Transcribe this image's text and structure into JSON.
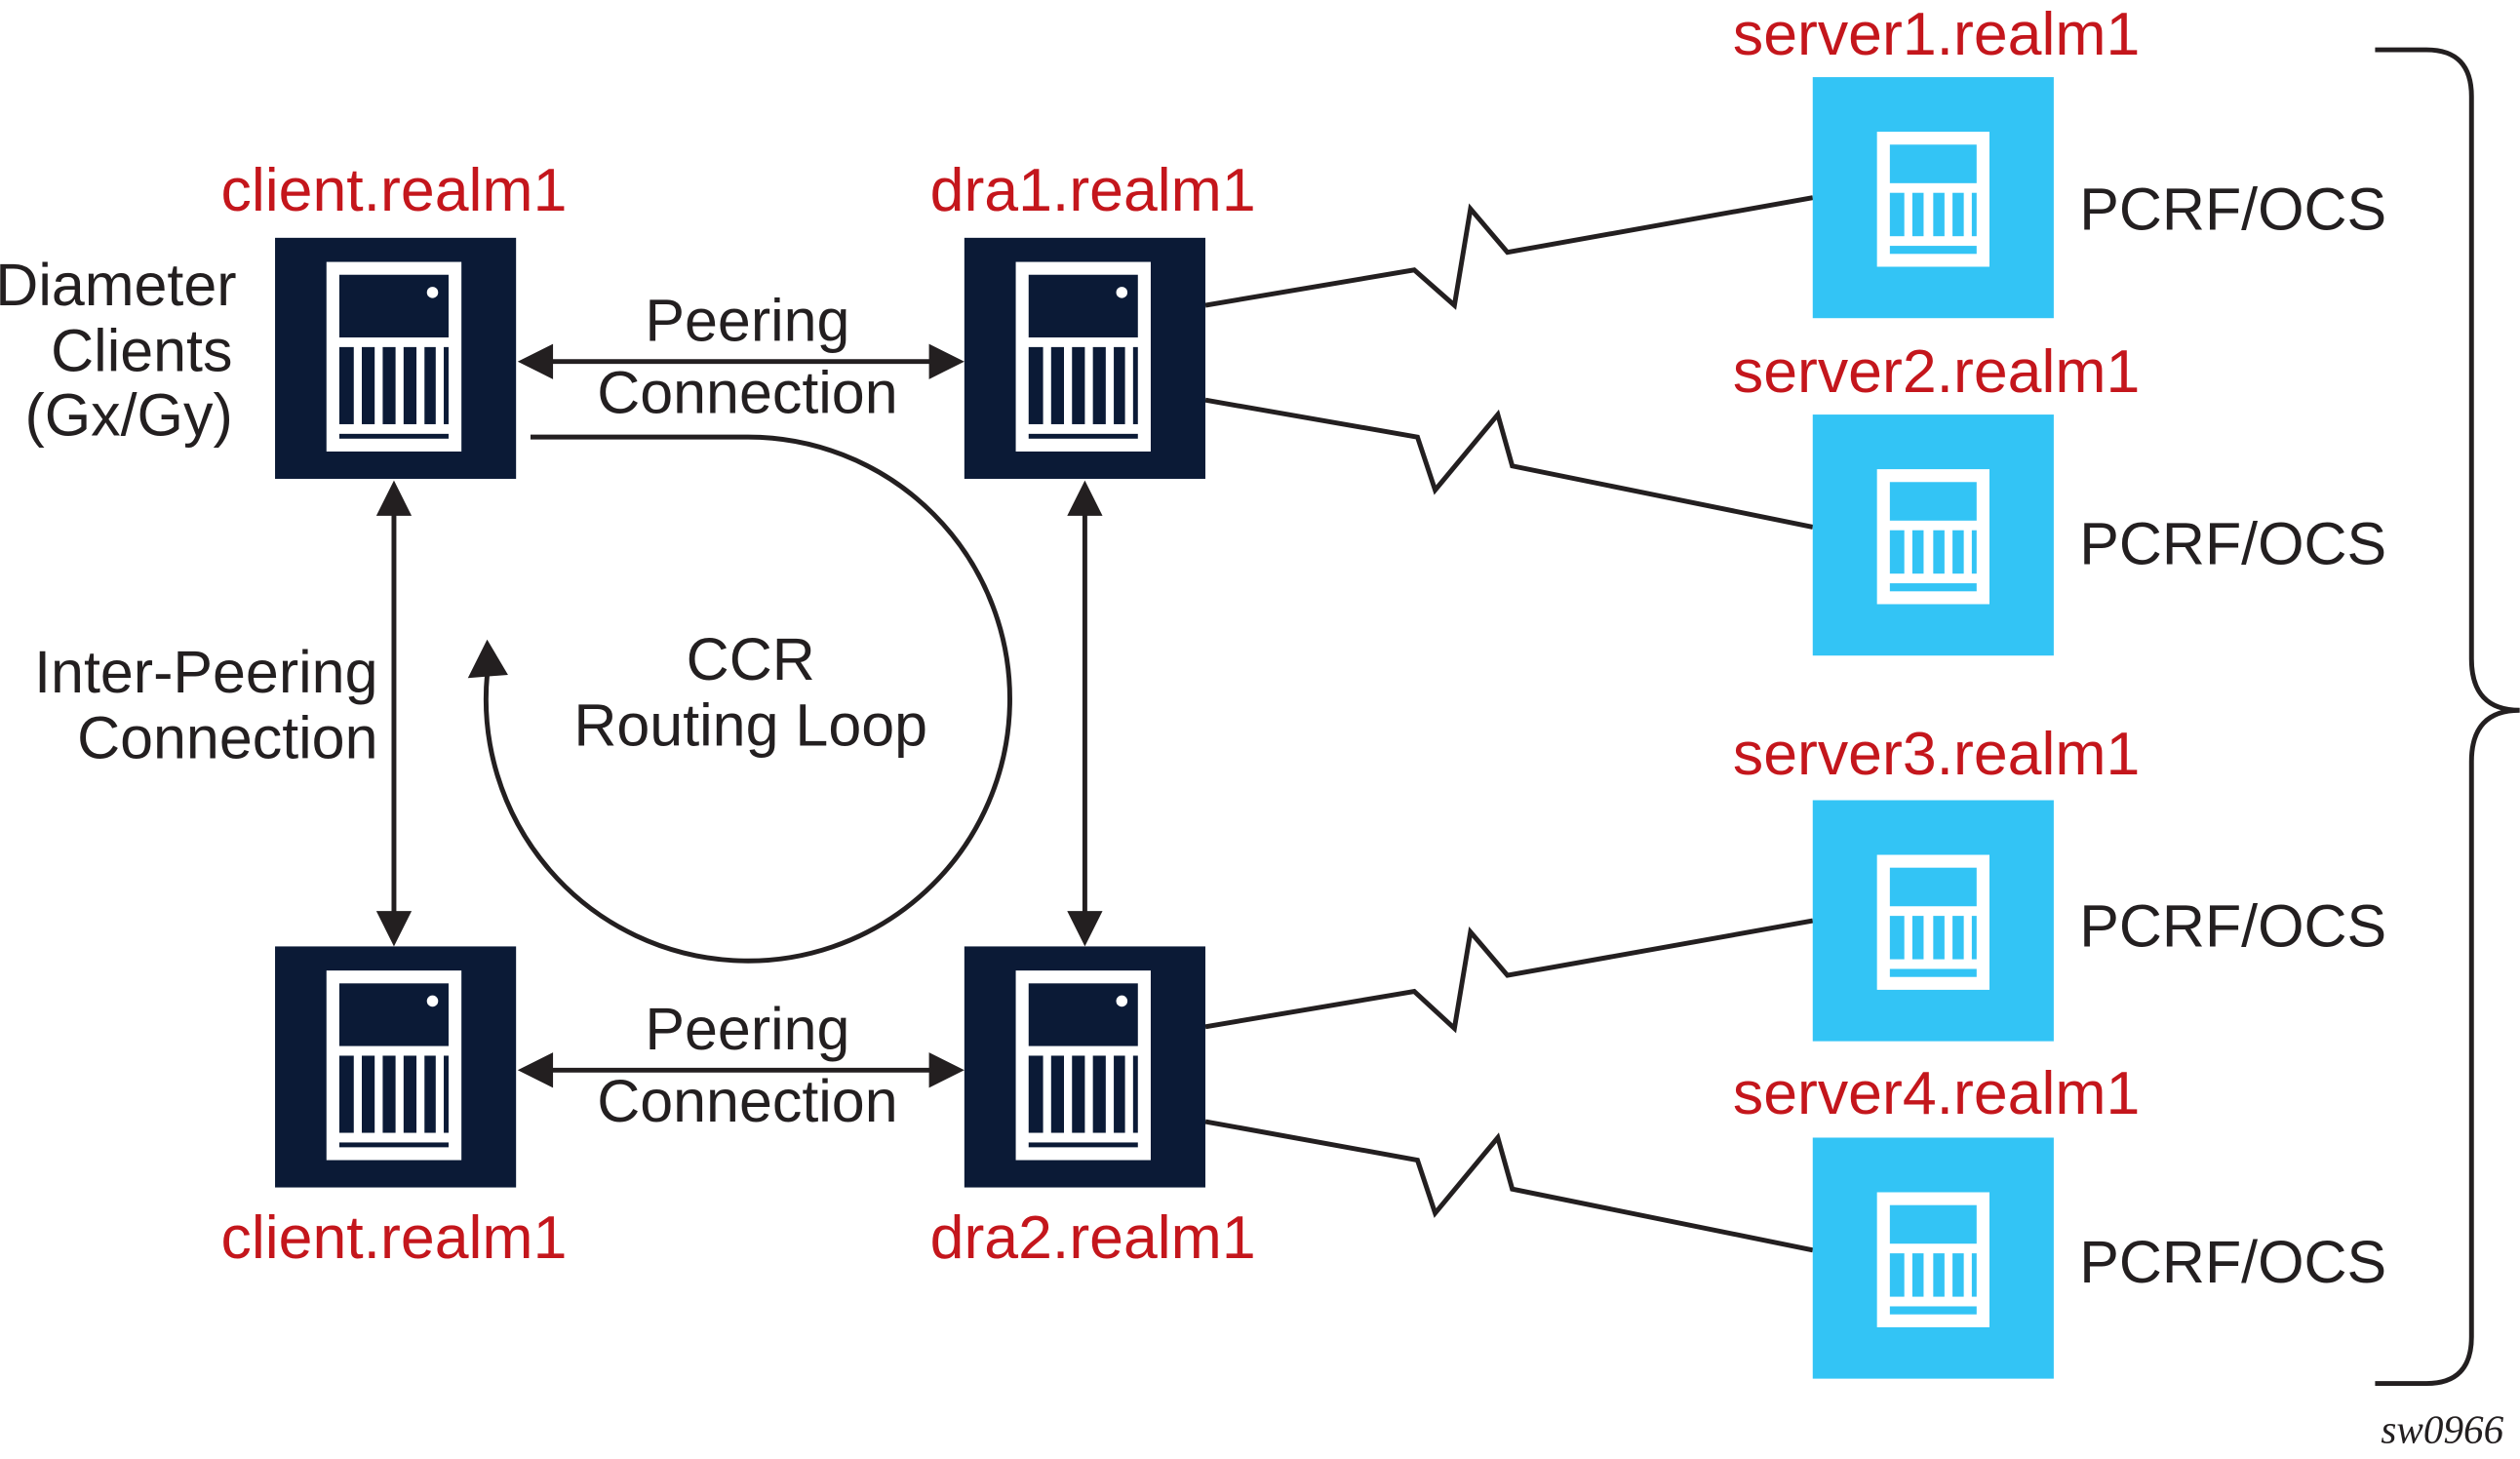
{
  "colors": {
    "dark_node": "#0b1a36",
    "server_node": "#33c4f5",
    "label_red": "#c4161c",
    "line": "#231f20"
  },
  "clients_label": [
    "Diameter",
    "Clients",
    "(Gx/Gy)"
  ],
  "nodes": {
    "client_top": "client.realm1",
    "client_bottom": "client.realm1",
    "dra1": "dra1.realm1",
    "dra2": "dra2.realm1"
  },
  "servers": [
    {
      "name": "server1.realm1",
      "role": "PCRF/OCS"
    },
    {
      "name": "server2.realm1",
      "role": "PCRF/OCS"
    },
    {
      "name": "server3.realm1",
      "role": "PCRF/OCS"
    },
    {
      "name": "server4.realm1",
      "role": "PCRF/OCS"
    }
  ],
  "peering_top": [
    "Peering",
    "Connection"
  ],
  "peering_bottom": [
    "Peering",
    "Connection"
  ],
  "inter_peering": [
    "Inter-Peering",
    "Connection"
  ],
  "loop_label": [
    "CCR",
    "Routing Loop"
  ],
  "figure_id": "sw0966"
}
